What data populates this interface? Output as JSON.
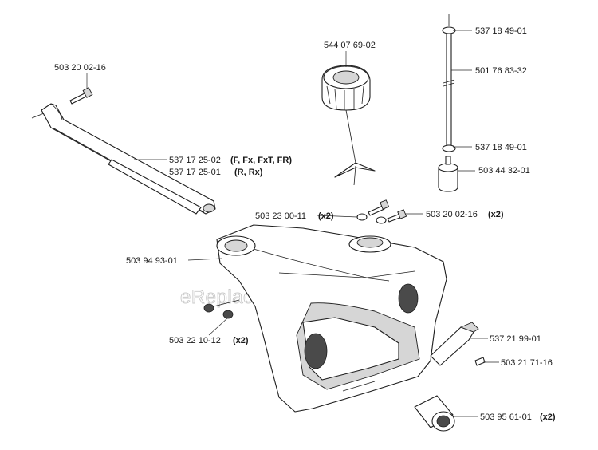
{
  "watermark": "eReplacementParts.com",
  "labels": {
    "bolt_top": "503 20 02-16",
    "cap": "544 07 69-02",
    "oring_top": "537 18 49-01",
    "fuel_line": "501 76 83-32",
    "oring_bottom": "537 18 49-01",
    "filter": "503 44 32-01",
    "tube_a_num": "537 17 25-02",
    "tube_a_models": "(F, Fx, FxT, FR)",
    "tube_b_num": "537 17 25-01",
    "tube_b_models": "(R, Rx)",
    "washer": "503 23 00-11",
    "washer_qty": "(x2)",
    "bolt_mid": "503 20 02-16",
    "bolt_mid_qty": "(x2)",
    "tank": "503 94 93-01",
    "nut": "503 22 10-12",
    "nut_qty": "(x2)",
    "clip": "537 21 99-01",
    "screw": "503 21 71-16",
    "damper": "503 95 61-01",
    "damper_qty": "(x2)"
  }
}
